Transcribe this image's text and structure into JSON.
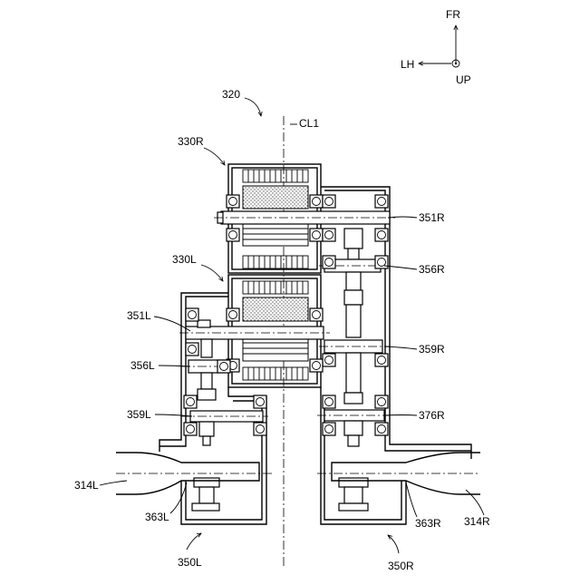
{
  "figure": {
    "reference_numeral": "320",
    "centerline_label": "CL1",
    "direction_indicator": {
      "forward": "FR",
      "left": "LH",
      "up": "UP"
    },
    "labels": {
      "motor_right": "330R",
      "motor_left": "330L",
      "shaft_right": "351R",
      "shaft_left": "351L",
      "gear_right_a": "356R",
      "gear_left_a": "356L",
      "gear_right_b": "359R",
      "gear_left_b": "359L",
      "gear_right_c": "376R",
      "output_left": "363L",
      "output_right": "363R",
      "axle_left": "314L",
      "axle_right": "314R",
      "reducer_left": "350L",
      "reducer_right": "350R"
    }
  }
}
